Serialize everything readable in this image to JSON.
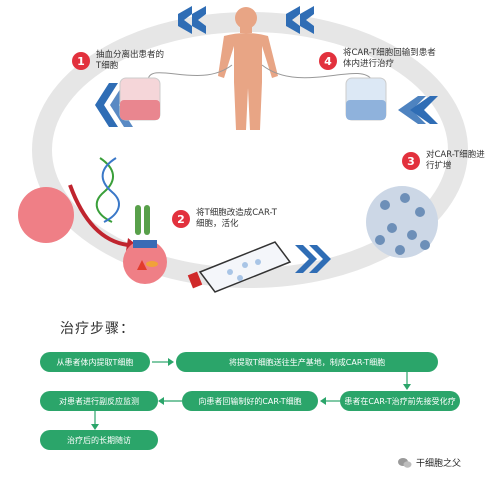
{
  "steps": [
    {
      "num": "1",
      "text_line1": "抽血分离出患者的",
      "text_line2": "T细胞"
    },
    {
      "num": "2",
      "text_line1": "将T细胞改造成CAR-T",
      "text_line2": "细胞，活化"
    },
    {
      "num": "3",
      "text_line1": "对CAR-T细胞进",
      "text_line2": "行扩增"
    },
    {
      "num": "4",
      "text_line1": "将CAR-T细胞回输到患者",
      "text_line2": "体内进行治疗"
    }
  ],
  "colors": {
    "accent": "#e2313d",
    "flow_box": "#2ba56a",
    "chevron": "#2f6db5",
    "ring": "#e4e4e4"
  },
  "treatment": {
    "title": "治疗步骤：",
    "boxes": [
      "从患者体内提取T细胞",
      "将提取T细胞送往生产基地，制成CAR-T细胞",
      "患者在CAR-T治疗前先接受化疗",
      "向患者回输制好的CAR-T细胞",
      "对患者进行副反应监测",
      "治疗后的长期随访"
    ]
  },
  "watermark": {
    "text": "干细胞之父",
    "icon": "wechat-icon"
  }
}
